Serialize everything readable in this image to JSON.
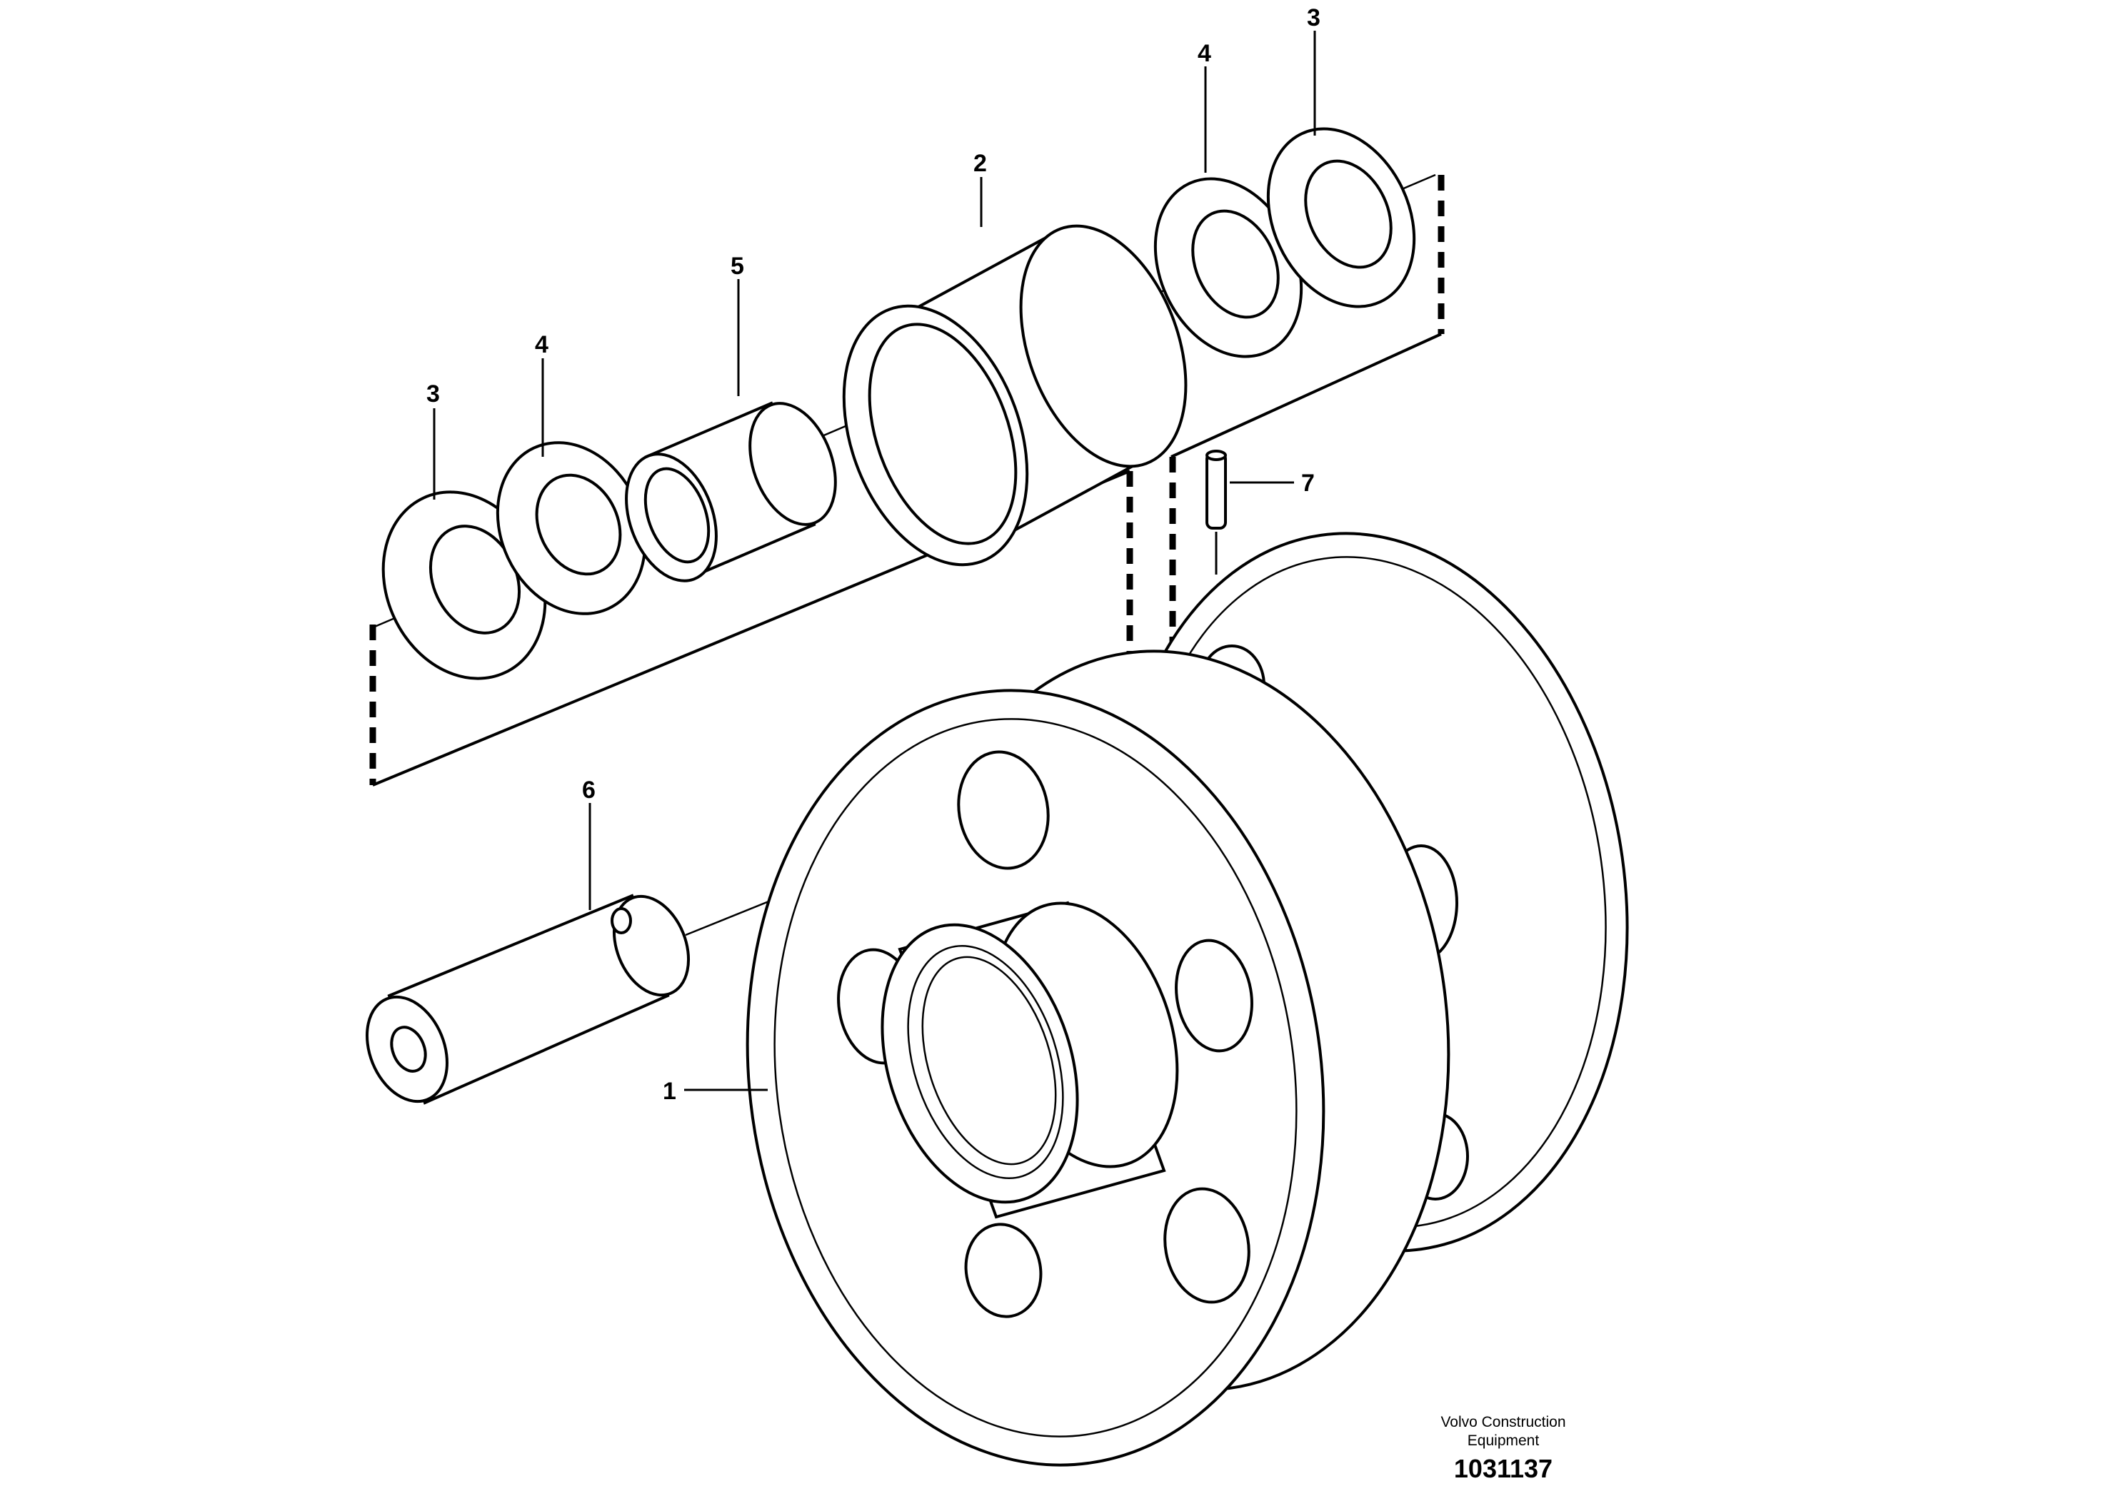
{
  "callouts": [
    "1",
    "2",
    "3",
    "3",
    "4",
    "4",
    "5",
    "6",
    "7"
  ],
  "credit": {
    "line1": "Volvo Construction",
    "line2": "Equipment"
  },
  "figure_number": "1031137"
}
